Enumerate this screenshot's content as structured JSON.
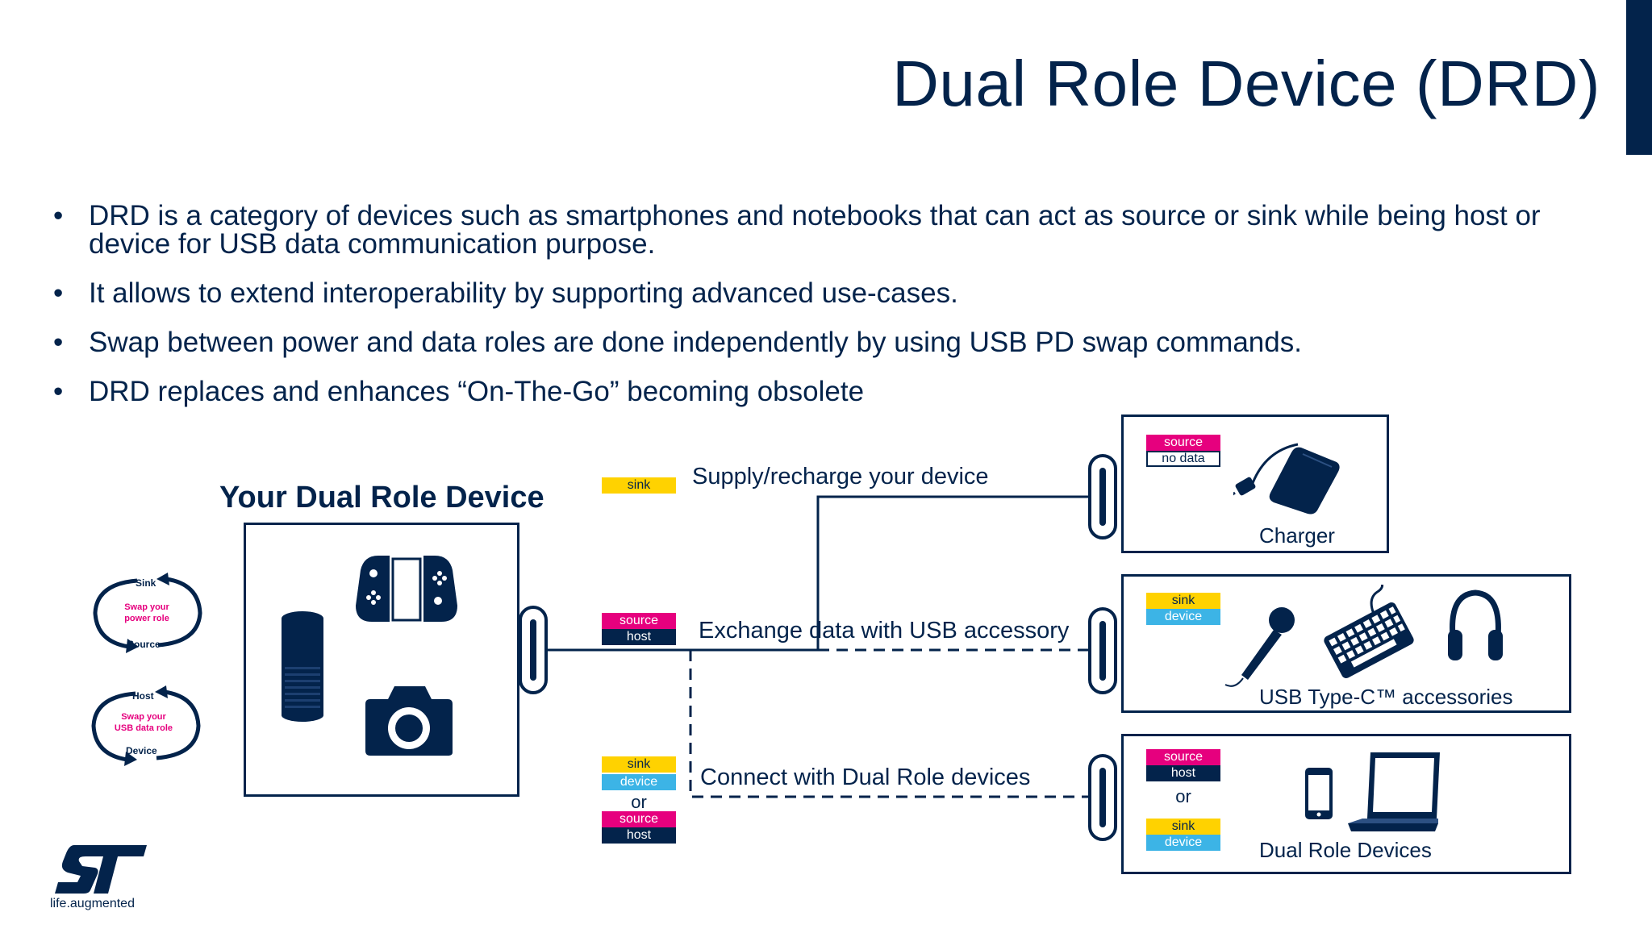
{
  "slide": {
    "title": "Dual Role Device (DRD)",
    "bullets": [
      "DRD is a category of devices such as  smartphones and notebooks that can act as source or sink while  being host or device for USB data communication purpose.",
      "It allows to extend interoperability by supporting advanced use-cases.",
      "Swap between power and data roles are done independently  by using USB PD swap commands.",
      "DRD replaces and enhances “On-The-Go” becoming obsolete"
    ]
  },
  "diagram": {
    "device_title": "Your Dual Role Device",
    "power_swap": {
      "top": "Sink",
      "middle": "Swap  your power  role",
      "bottom": "Source"
    },
    "data_swap": {
      "top": "Host",
      "middle": "Swap  your USB data role",
      "bottom": "Device"
    },
    "links": {
      "supply": {
        "label": "Supply/recharge your device",
        "tag": "sink"
      },
      "exchange": {
        "label": "Exchange data with USB accessory",
        "tag_top": "source",
        "tag_bottom": "host"
      },
      "connect": {
        "label": "Connect with  Dual Role devices",
        "tags": [
          "sink",
          "device",
          "source",
          "host"
        ],
        "or": "or"
      }
    },
    "targets": {
      "charger": {
        "label": "Charger",
        "tag_top": "source",
        "tag_bottom": "no data"
      },
      "accessories": {
        "label": "USB Type-C™   accessories",
        "tag_top": "sink",
        "tag_bottom": "device"
      },
      "drd_devices": {
        "label": "Dual Role Devices",
        "tags": [
          "source",
          "host",
          "sink",
          "device"
        ],
        "or": "or"
      }
    }
  },
  "brand": {
    "tagline": "life.augmented"
  },
  "colors": {
    "navy": "#03234b",
    "magenta": "#e6007e",
    "yellow": "#ffd200",
    "cyan": "#3cb4e6"
  }
}
